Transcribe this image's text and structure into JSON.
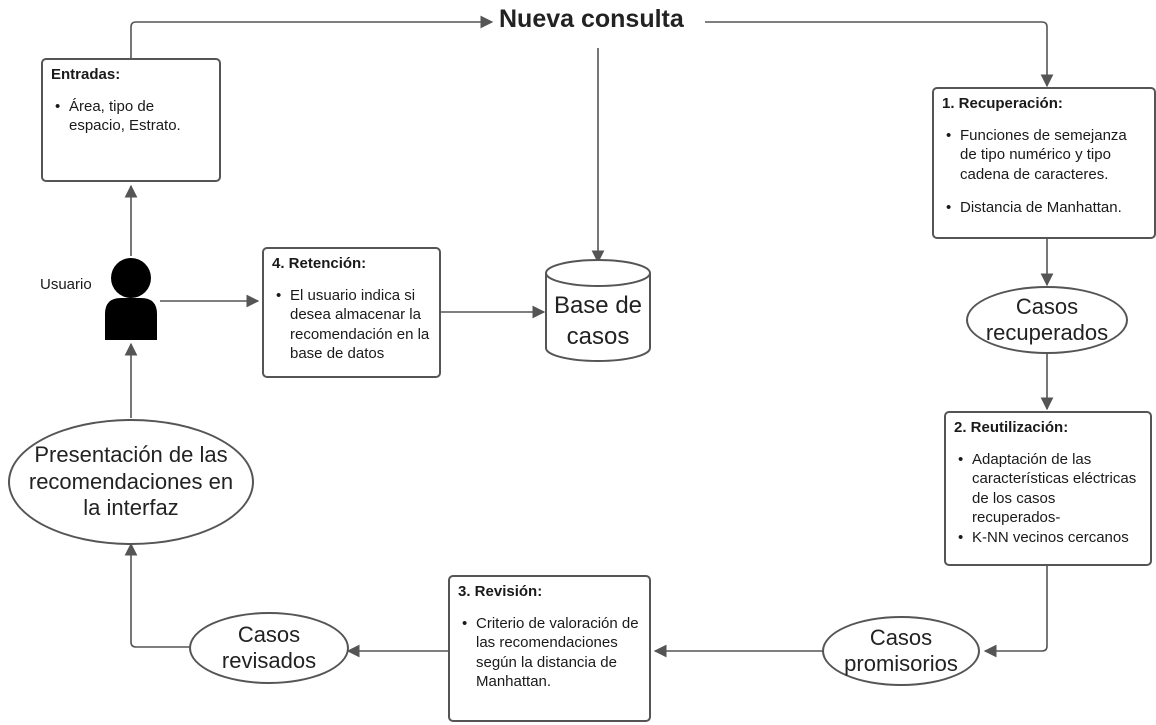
{
  "title": "Nueva consulta",
  "usuario": "Usuario",
  "entradas": {
    "heading": "Entradas:",
    "items": [
      "Área, tipo de espacio, Estrato."
    ]
  },
  "recuperacion": {
    "heading": "1.  Recuperación:",
    "items": [
      "Funciones de semejanza de tipo numérico y tipo cadena de caracteres.",
      "Distancia de Manhattan."
    ]
  },
  "casos_recuperados": "Casos recuperados",
  "reutilizacion": {
    "heading": "2. Reutilización:",
    "items": [
      "Adaptación de las características eléctricas de los casos recuperados-",
      "K-NN vecinos cercanos"
    ]
  },
  "casos_promisorios": "Casos promisorios",
  "revision": {
    "heading": "3. Revisión:",
    "items": [
      "Criterio de valoración de las recomendaciones según la distancia de Manhattan."
    ]
  },
  "casos_revisados": "Casos revisados",
  "presentacion": "Presentación de las recomendaciones en la interfaz",
  "retencion": {
    "heading": "4. Retención:",
    "items": [
      "El usuario indica si desea almacenar la recomendación en la base de datos"
    ]
  },
  "base_casos": "Base de casos",
  "colors": {
    "stroke": "#555555",
    "person": "#000000"
  }
}
